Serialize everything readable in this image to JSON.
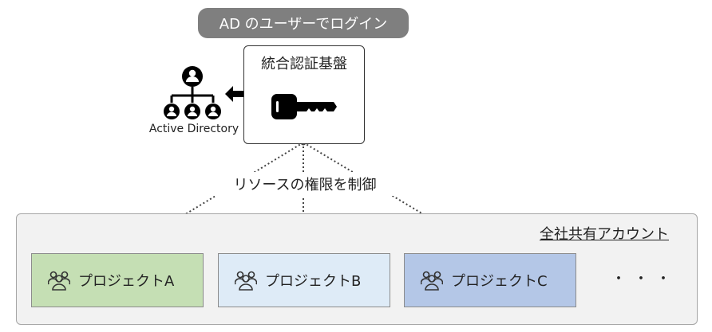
{
  "banner": {
    "text": "AD のユーザーでログイン"
  },
  "auth_platform": {
    "title": "統合認証基盤",
    "icon": "key-icon"
  },
  "active_directory": {
    "label": "Active Directory",
    "icon": "org-chart-icon"
  },
  "control": {
    "label": "リソースの権限を制御"
  },
  "shared_account": {
    "label": "全社共有アカウント"
  },
  "projects": [
    {
      "label": "プロジェクトA",
      "icon": "users-icon",
      "color": "#c5dfb4"
    },
    {
      "label": "プロジェクトB",
      "icon": "users-icon",
      "color": "#deebf7"
    },
    {
      "label": "プロジェクトC",
      "icon": "users-icon",
      "color": "#b4c7e7"
    }
  ],
  "ellipsis": "・・・"
}
